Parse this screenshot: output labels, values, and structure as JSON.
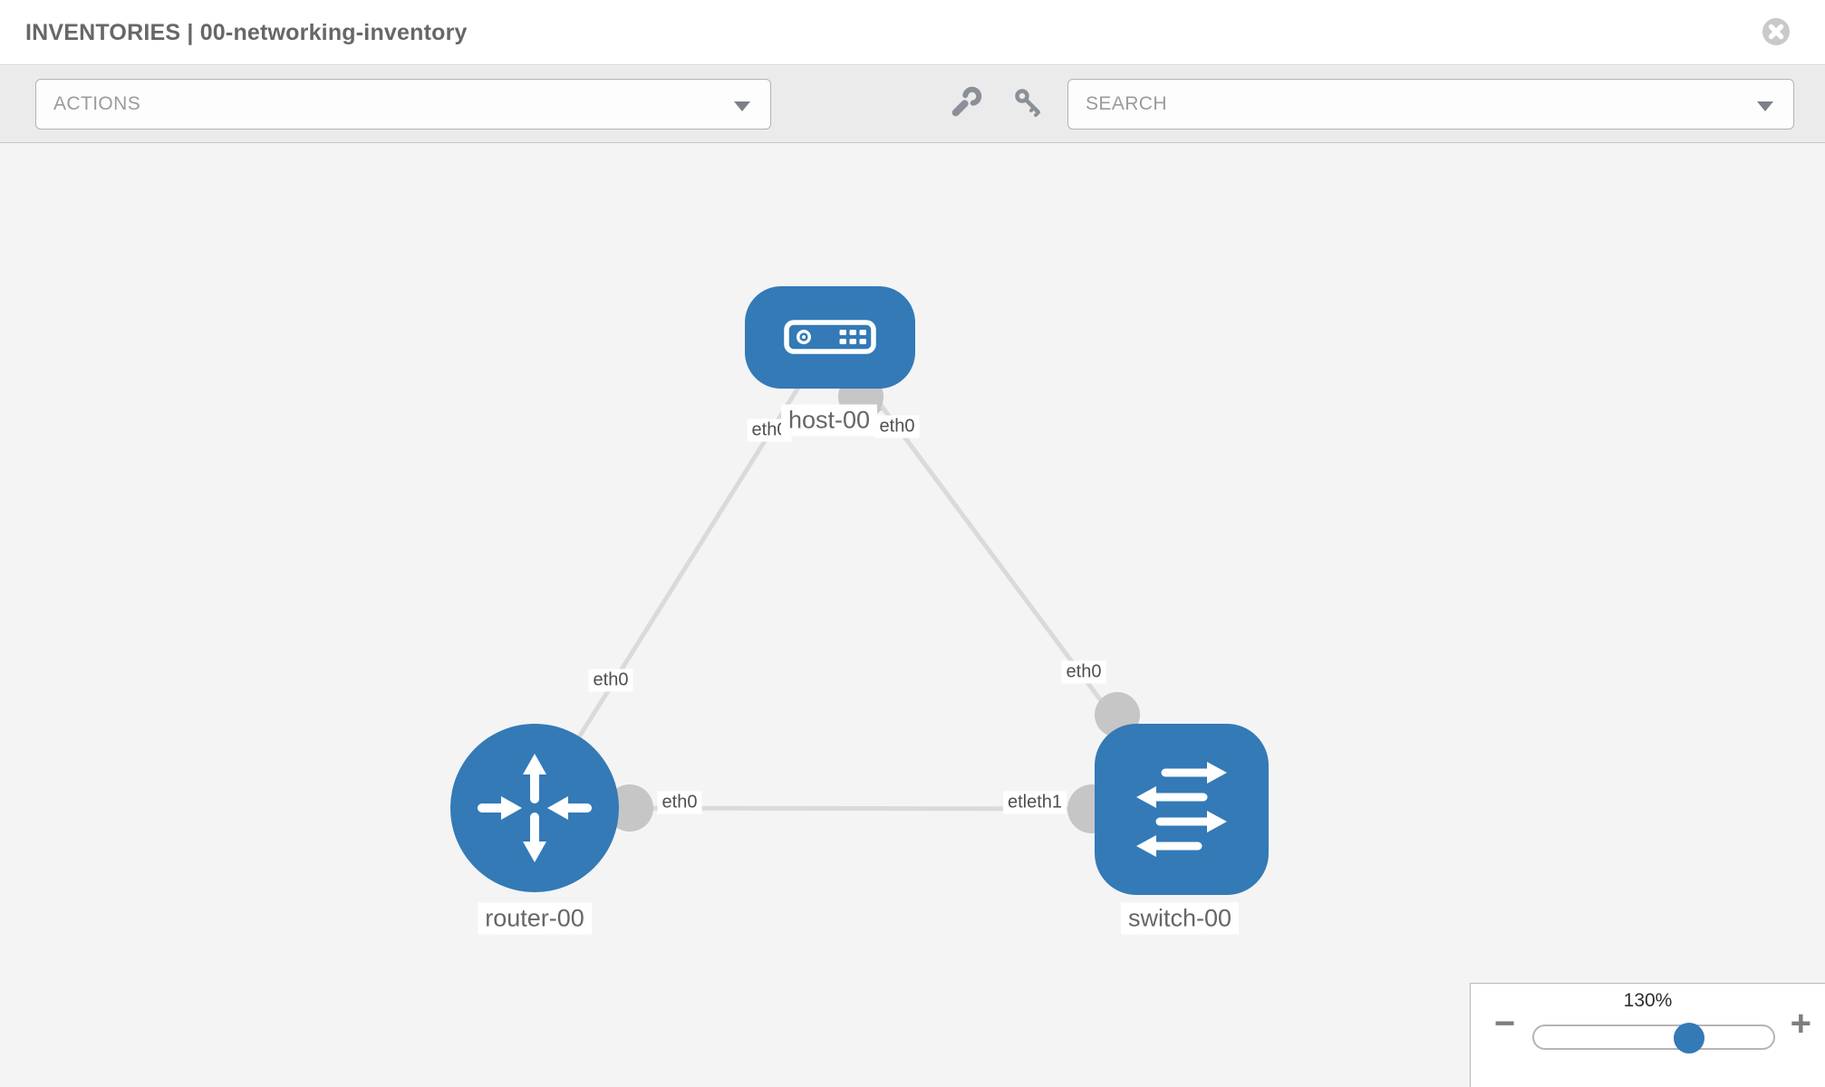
{
  "header": {
    "title": "INVENTORIES | 00-networking-inventory"
  },
  "toolbar": {
    "actions_label": "ACTIONS",
    "search_label": "SEARCH"
  },
  "icons": {
    "close": "circle-x-icon",
    "wrench": "wrench-icon",
    "key": "key-icon",
    "dropdown_caret": "chevron-down-icon",
    "zoom_out": "minus-icon",
    "zoom_in": "plus-icon"
  },
  "colors": {
    "node_blue": "#337ab7",
    "link_gray": "#dadada",
    "port_gray": "#c6c6c6",
    "canvas_bg": "#f4f4f4",
    "toolbar_bg": "#ebebeb"
  },
  "topology": {
    "nodes": [
      {
        "label": "host-00",
        "type": "host"
      },
      {
        "label": "router-00",
        "type": "router"
      },
      {
        "label": "switch-00",
        "type": "switch"
      }
    ],
    "links": [
      {
        "from": "router-00",
        "to": "host-00"
      },
      {
        "from": "switch-00",
        "to": "host-00"
      },
      {
        "from": "router-00",
        "to": "switch-00"
      }
    ],
    "interfaces": {
      "host_left": "eth0",
      "host_right": "eth0",
      "router_uplink": "eth0",
      "switch_uplink": "eth0",
      "router_right": "eth0",
      "switch_left": "etleth1"
    }
  },
  "zoom": {
    "level": "130%",
    "minus": "−",
    "plus": "+"
  }
}
